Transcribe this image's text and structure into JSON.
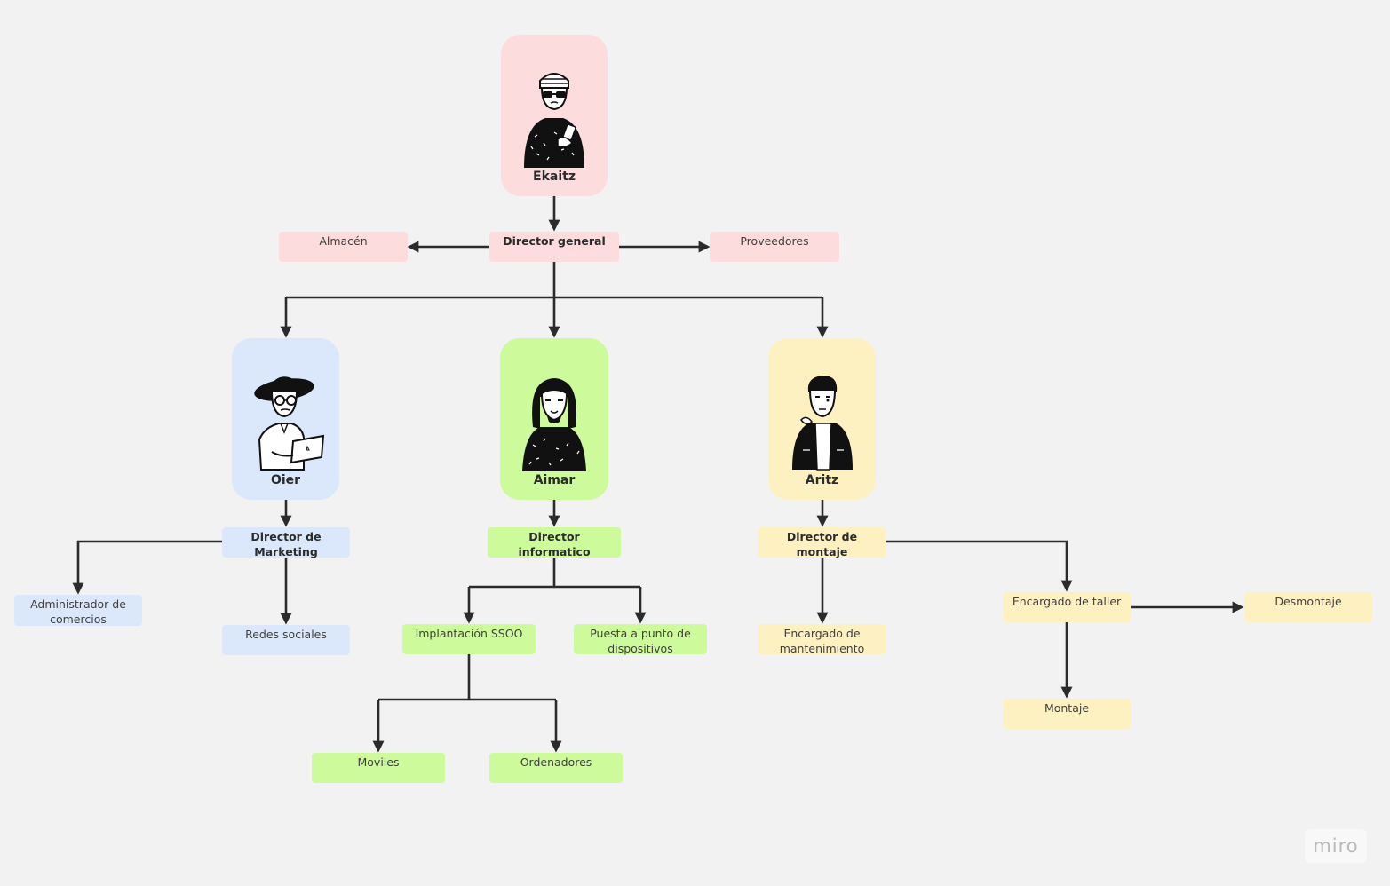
{
  "colors": {
    "background": "#f2f2f2",
    "pink": "#fcdcdd",
    "blue": "#dbe8fc",
    "green": "#cdfa9a",
    "yellow": "#fdf1c2",
    "connector": "#2b2b2b"
  },
  "people": {
    "ceo": {
      "name": "Ekaitz",
      "icon": "person-sunglasses-phone-icon"
    },
    "marketing": {
      "name": "Oier",
      "icon": "person-hat-laptop-icon"
    },
    "it": {
      "name": "Aimar",
      "icon": "person-long-hair-icon"
    },
    "assembly": {
      "name": "Aritz",
      "icon": "person-jacket-icon"
    }
  },
  "roles": {
    "director_general": "Director general",
    "almacen": "Almacén",
    "proveedores": "Proveedores",
    "director_marketing": "Director de Marketing",
    "administrador_comercios": "Administrador de comercios",
    "redes_sociales": "Redes sociales",
    "director_informatico": "Director informatico",
    "implantacion_ssoo": "Implantación SSOO",
    "puesta_punto": "Puesta a punto de dispositivos",
    "moviles": "Moviles",
    "ordenadores": "Ordenadores",
    "director_montaje": "Director de montaje",
    "encargado_mantenimiento": "Encargado de mantenimiento",
    "encargado_taller": "Encargado de taller",
    "desmontaje": "Desmontaje",
    "montaje": "Montaje"
  },
  "brand": {
    "logo": "miro"
  }
}
